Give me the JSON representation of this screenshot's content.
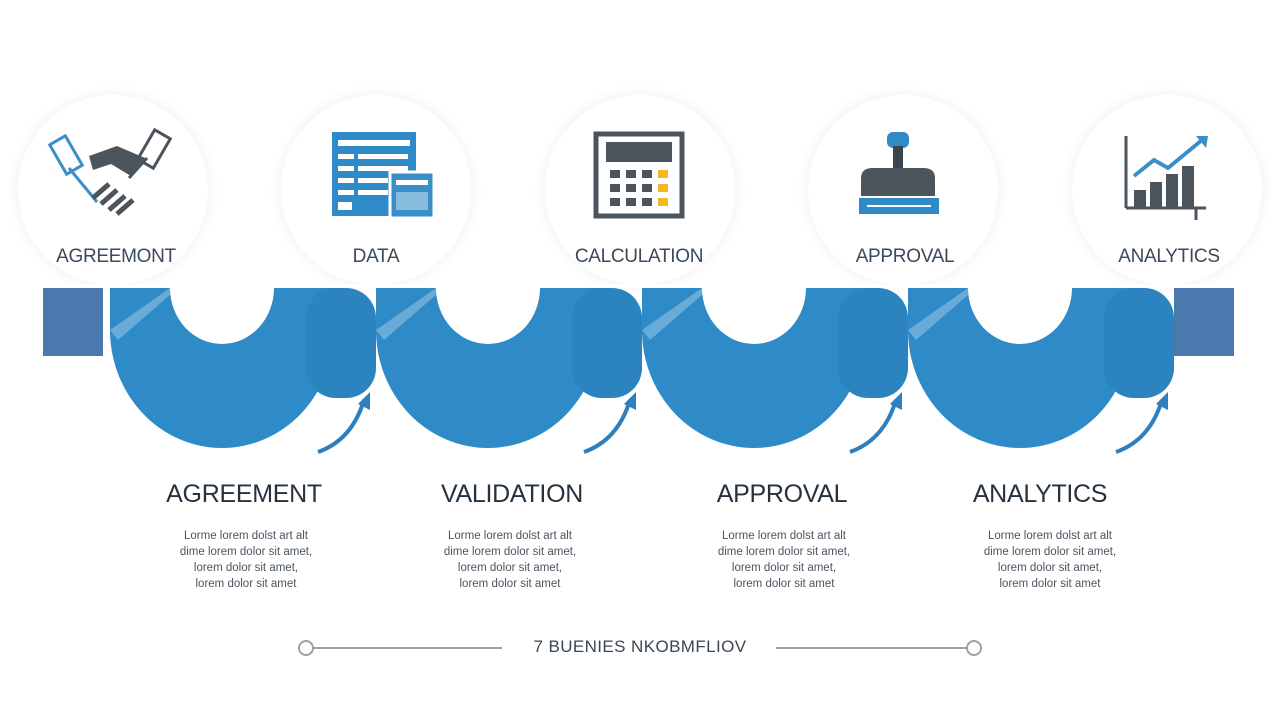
{
  "colors": {
    "accent": "#2e8bc8",
    "accent_dark": "#4a79ad",
    "icon_gray": "#4d555c",
    "icon_yellow": "#f4b820"
  },
  "top_steps": [
    {
      "label": "AGREEMONT",
      "icon": "handshake-icon"
    },
    {
      "label": "DATA",
      "icon": "data-form-icon"
    },
    {
      "label": "CALCULATION",
      "icon": "calculator-icon"
    },
    {
      "label": "APPROVAL",
      "icon": "stamp-icon"
    },
    {
      "label": "ANALYTICS",
      "icon": "bar-chart-icon"
    }
  ],
  "bottom_steps": [
    {
      "title": "AGREEMENT",
      "lines": [
        "Lorme lorem dolst art alt",
        "dime lorem dolor sit amet,",
        "lorem dolor sit amet,",
        "lorem dolor sit amet"
      ]
    },
    {
      "title": "VALIDATION",
      "lines": [
        "Lorme lorem dolst art alt",
        "dime lorem dolor sit amet,",
        "lorem dolor sit amet,",
        "lorem dolor sit amet"
      ]
    },
    {
      "title": "APPROVAL",
      "lines": [
        "Lorme lorem dolst art alt",
        "dime lorem dolor sit amet,",
        "lorem dolor sit amet,",
        "lorem dolor sit amet"
      ]
    },
    {
      "title": "ANALYTICS",
      "lines": [
        "Lorme lorem dolst art alt",
        "dime lorem dolor sit amet,",
        "lorem dolor sit amet,",
        "lorem dolor sit amet"
      ]
    }
  ],
  "footer": {
    "text": "7  BUENIES NKOBMFLIOV"
  }
}
